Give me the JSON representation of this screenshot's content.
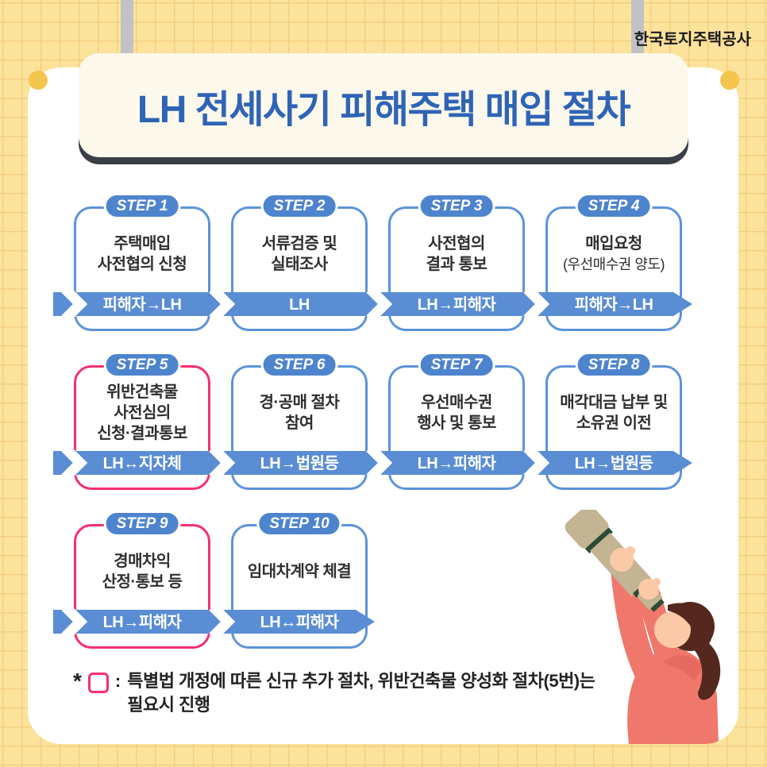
{
  "corp": "한국토지주택공사",
  "title": "LH 전세사기 피해주택 매입 절차",
  "steps": [
    {
      "badge": "STEP 1",
      "title": "주택매입\n사전협의 신청",
      "actor": "피해자→LH",
      "highlight": false
    },
    {
      "badge": "STEP 2",
      "title": "서류검증 및\n실태조사",
      "actor": "LH",
      "highlight": false
    },
    {
      "badge": "STEP 3",
      "title": "사전협의\n결과 통보",
      "actor": "LH→피해자",
      "highlight": false
    },
    {
      "badge": "STEP 4",
      "title": "매입요청",
      "subtitle": "(우선매수권 양도)",
      "actor": "피해자→LH",
      "highlight": false
    },
    {
      "badge": "STEP 5",
      "title": "위반건축물\n사전심의\n신청·결과통보",
      "actor": "LH↔지자체",
      "highlight": true
    },
    {
      "badge": "STEP 6",
      "title": "경·공매 절차\n참여",
      "actor": "LH→법원등",
      "highlight": false
    },
    {
      "badge": "STEP 7",
      "title": "우선매수권\n행사 및 통보",
      "actor": "LH→피해자",
      "highlight": false
    },
    {
      "badge": "STEP 8",
      "title": "매각대금 납부 및\n소유권 이전",
      "actor": "LH→법원등",
      "highlight": false
    },
    {
      "badge": "STEP 9",
      "title": "경매차익\n산정·통보 등",
      "actor": "LH→피해자",
      "highlight": true
    },
    {
      "badge": "STEP 10",
      "title": "임대차계약 체결",
      "actor": "LH↔피해자",
      "highlight": false
    }
  ],
  "note": {
    "star": "*",
    "colon": ":",
    "line1": "특별법 개정에 따른 신규 추가 절차, 위반건축물 양성화 절차(5번)는",
    "line2": "필요시 진행"
  },
  "icons": {
    "legend_square": "pink-outline-square",
    "illustration": "woman-looking-through-telescope"
  },
  "colors": {
    "background_yellow": "#FBE39C",
    "grid_line": "#F3CF7F",
    "strap_gray": "#C2C1C6",
    "card_white": "#FFFFFF",
    "banner_cream": "#FDF8EC",
    "banner_shadow": "#3A3E47",
    "title_blue": "#2F64B5",
    "band_blue": "#5A8DD3",
    "badge_blue": "#4E84CD",
    "card_border_blue": "#5C93DB",
    "highlight_pink": "#F62E74",
    "dot_yellow": "#F6C54E",
    "text_dark": "#2E2E2E"
  }
}
